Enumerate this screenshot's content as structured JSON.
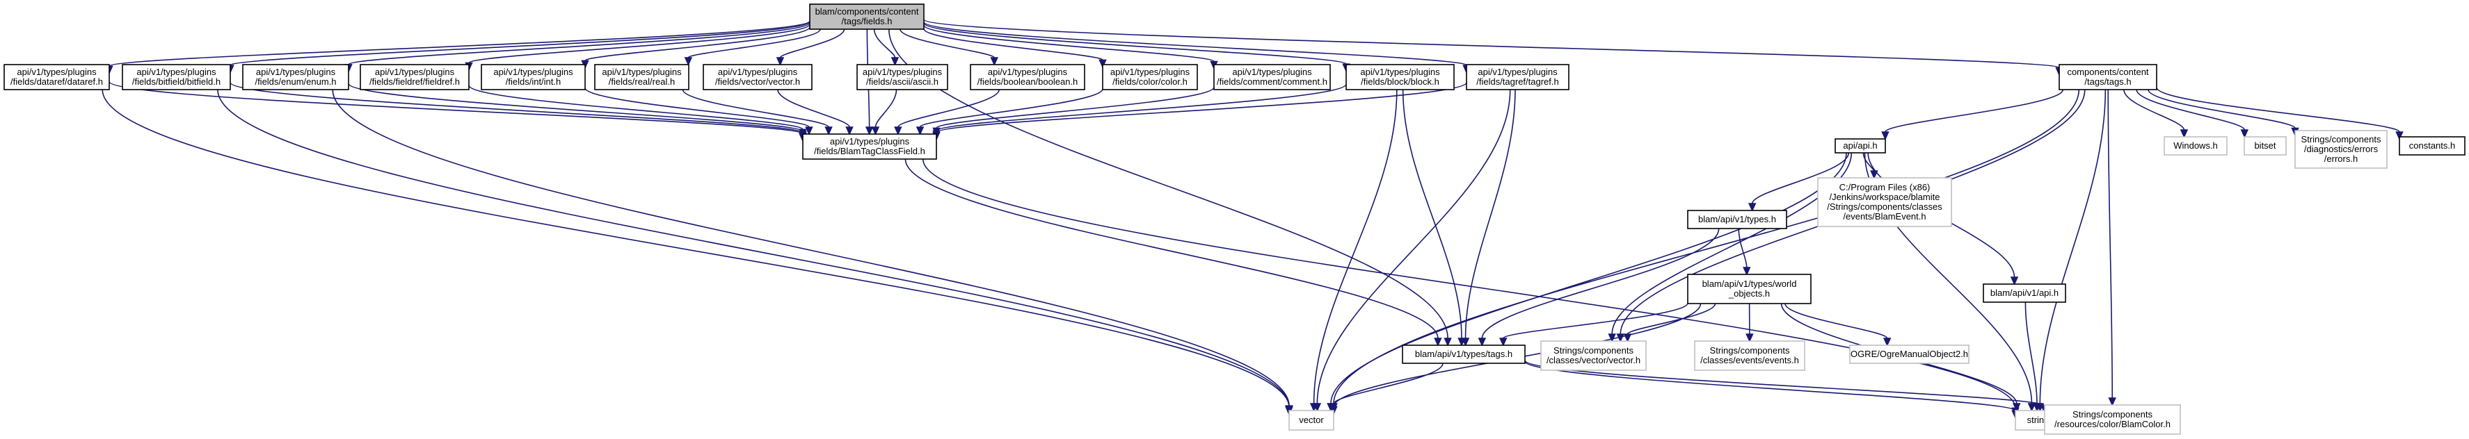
{
  "colors": {
    "edge": "#191970",
    "node_border": "#000000",
    "external_border": "#bfbfbf",
    "root_fill": "#bfbfbf",
    "node_fill": "#ffffff",
    "text": "#000000"
  },
  "nodes": [
    {
      "id": "root",
      "lines": [
        "blam/components/content",
        "/tags/fields.h"
      ],
      "kind": "root"
    },
    {
      "id": "dataref",
      "lines": [
        "api/v1/types/plugins",
        "/fields/dataref/dataref.h"
      ],
      "kind": "file"
    },
    {
      "id": "bitfield",
      "lines": [
        "api/v1/types/plugins",
        "/fields/bitfield/bitfield.h"
      ],
      "kind": "file"
    },
    {
      "id": "enum",
      "lines": [
        "api/v1/types/plugins",
        "/fields/enum/enum.h"
      ],
      "kind": "file"
    },
    {
      "id": "fieldref",
      "lines": [
        "api/v1/types/plugins",
        "/fields/fieldref/fieldref.h"
      ],
      "kind": "file"
    },
    {
      "id": "int",
      "lines": [
        "api/v1/types/plugins",
        "/fields/int/int.h"
      ],
      "kind": "file"
    },
    {
      "id": "real",
      "lines": [
        "api/v1/types/plugins",
        "/fields/real/real.h"
      ],
      "kind": "file"
    },
    {
      "id": "vectorf",
      "lines": [
        "api/v1/types/plugins",
        "/fields/vector/vector.h"
      ],
      "kind": "file"
    },
    {
      "id": "ascii",
      "lines": [
        "api/v1/types/plugins",
        "/fields/ascii/ascii.h"
      ],
      "kind": "file"
    },
    {
      "id": "boolean",
      "lines": [
        "api/v1/types/plugins",
        "/fields/boolean/boolean.h"
      ],
      "kind": "file"
    },
    {
      "id": "color",
      "lines": [
        "api/v1/types/plugins",
        "/fields/color/color.h"
      ],
      "kind": "file"
    },
    {
      "id": "comment",
      "lines": [
        "api/v1/types/plugins",
        "/fields/comment/comment.h"
      ],
      "kind": "file"
    },
    {
      "id": "block",
      "lines": [
        "api/v1/types/plugins",
        "/fields/block/block.h"
      ],
      "kind": "file"
    },
    {
      "id": "tagref",
      "lines": [
        "api/v1/types/plugins",
        "/fields/tagref/tagref.h"
      ],
      "kind": "file"
    },
    {
      "id": "tagsh",
      "lines": [
        "components/content",
        "/tags/tags.h"
      ],
      "kind": "file"
    },
    {
      "id": "btcf",
      "lines": [
        "api/v1/types/plugins",
        "/fields/BlamTagClassField.h"
      ],
      "kind": "file"
    },
    {
      "id": "apih",
      "lines": [
        "api/api.h"
      ],
      "kind": "file"
    },
    {
      "id": "windows",
      "lines": [
        "Windows.h"
      ],
      "kind": "external"
    },
    {
      "id": "bitset",
      "lines": [
        "bitset"
      ],
      "kind": "external"
    },
    {
      "id": "errors",
      "lines": [
        "Strings/components",
        "/diagnostics/errors",
        "/errors.h"
      ],
      "kind": "external"
    },
    {
      "id": "constants",
      "lines": [
        "constants.h"
      ],
      "kind": "file"
    },
    {
      "id": "blamevent",
      "lines": [
        "C:/Program Files (x86)",
        "/Jenkins/workspace/blamite",
        "/Strings/components/classes",
        "/events/BlamEvent.h"
      ],
      "kind": "external"
    },
    {
      "id": "typesh",
      "lines": [
        "blam/api/v1/types.h"
      ],
      "kind": "file"
    },
    {
      "id": "worldobj",
      "lines": [
        "blam/api/v1/types/world",
        "_objects.h"
      ],
      "kind": "file"
    },
    {
      "id": "v1api",
      "lines": [
        "blam/api/v1/api.h"
      ],
      "kind": "file"
    },
    {
      "id": "v1tags",
      "lines": [
        "blam/api/v1/types/tags.h"
      ],
      "kind": "file"
    },
    {
      "id": "vectorclass",
      "lines": [
        "Strings/components",
        "/classes/vector/vector.h"
      ],
      "kind": "external"
    },
    {
      "id": "eventsh",
      "lines": [
        "Strings/components",
        "/classes/events/events.h"
      ],
      "kind": "external"
    },
    {
      "id": "ogre",
      "lines": [
        "OGRE/OgreManualObject2.h"
      ],
      "kind": "external"
    },
    {
      "id": "vector",
      "lines": [
        "vector"
      ],
      "kind": "external"
    },
    {
      "id": "string",
      "lines": [
        "string"
      ],
      "kind": "external"
    },
    {
      "id": "blamcolor",
      "lines": [
        "Strings/components",
        "/resources/color/BlamColor.h"
      ],
      "kind": "external"
    }
  ],
  "edges": [
    [
      "root",
      "dataref"
    ],
    [
      "root",
      "bitfield"
    ],
    [
      "root",
      "enum"
    ],
    [
      "root",
      "fieldref"
    ],
    [
      "root",
      "int"
    ],
    [
      "root",
      "real"
    ],
    [
      "root",
      "vectorf"
    ],
    [
      "root",
      "ascii"
    ],
    [
      "root",
      "boolean"
    ],
    [
      "root",
      "color"
    ],
    [
      "root",
      "comment"
    ],
    [
      "root",
      "block"
    ],
    [
      "root",
      "tagref"
    ],
    [
      "root",
      "tagsh"
    ],
    [
      "root",
      "btcf"
    ],
    [
      "root",
      "v1tags"
    ],
    [
      "dataref",
      "btcf"
    ],
    [
      "dataref",
      "vector"
    ],
    [
      "bitfield",
      "btcf"
    ],
    [
      "bitfield",
      "vector"
    ],
    [
      "enum",
      "btcf"
    ],
    [
      "enum",
      "vector"
    ],
    [
      "fieldref",
      "btcf"
    ],
    [
      "int",
      "btcf"
    ],
    [
      "real",
      "btcf"
    ],
    [
      "vectorf",
      "btcf"
    ],
    [
      "ascii",
      "btcf"
    ],
    [
      "boolean",
      "btcf"
    ],
    [
      "color",
      "btcf"
    ],
    [
      "comment",
      "btcf"
    ],
    [
      "block",
      "btcf"
    ],
    [
      "block",
      "v1tags"
    ],
    [
      "block",
      "vector"
    ],
    [
      "tagref",
      "btcf"
    ],
    [
      "tagref",
      "v1tags"
    ],
    [
      "tagref",
      "vector"
    ],
    [
      "btcf",
      "v1tags"
    ],
    [
      "btcf",
      "string"
    ],
    [
      "tagsh",
      "apih"
    ],
    [
      "tagsh",
      "windows"
    ],
    [
      "tagsh",
      "bitset"
    ],
    [
      "tagsh",
      "errors"
    ],
    [
      "tagsh",
      "constants"
    ],
    [
      "tagsh",
      "vectorclass"
    ],
    [
      "tagsh",
      "blamcolor"
    ],
    [
      "tagsh",
      "vector"
    ],
    [
      "tagsh",
      "string"
    ],
    [
      "apih",
      "blamevent"
    ],
    [
      "apih",
      "typesh"
    ],
    [
      "apih",
      "v1api"
    ],
    [
      "apih",
      "vectorclass"
    ],
    [
      "apih",
      "vector"
    ],
    [
      "apih",
      "string"
    ],
    [
      "typesh",
      "worldobj"
    ],
    [
      "typesh",
      "v1tags"
    ],
    [
      "worldobj",
      "v1tags"
    ],
    [
      "worldobj",
      "vectorclass"
    ],
    [
      "worldobj",
      "eventsh"
    ],
    [
      "worldobj",
      "ogre"
    ],
    [
      "worldobj",
      "vector"
    ],
    [
      "worldobj",
      "string"
    ],
    [
      "v1api",
      "string"
    ],
    [
      "v1tags",
      "vector"
    ],
    [
      "v1tags",
      "string"
    ],
    [
      "v1tags",
      "blamcolor"
    ]
  ]
}
